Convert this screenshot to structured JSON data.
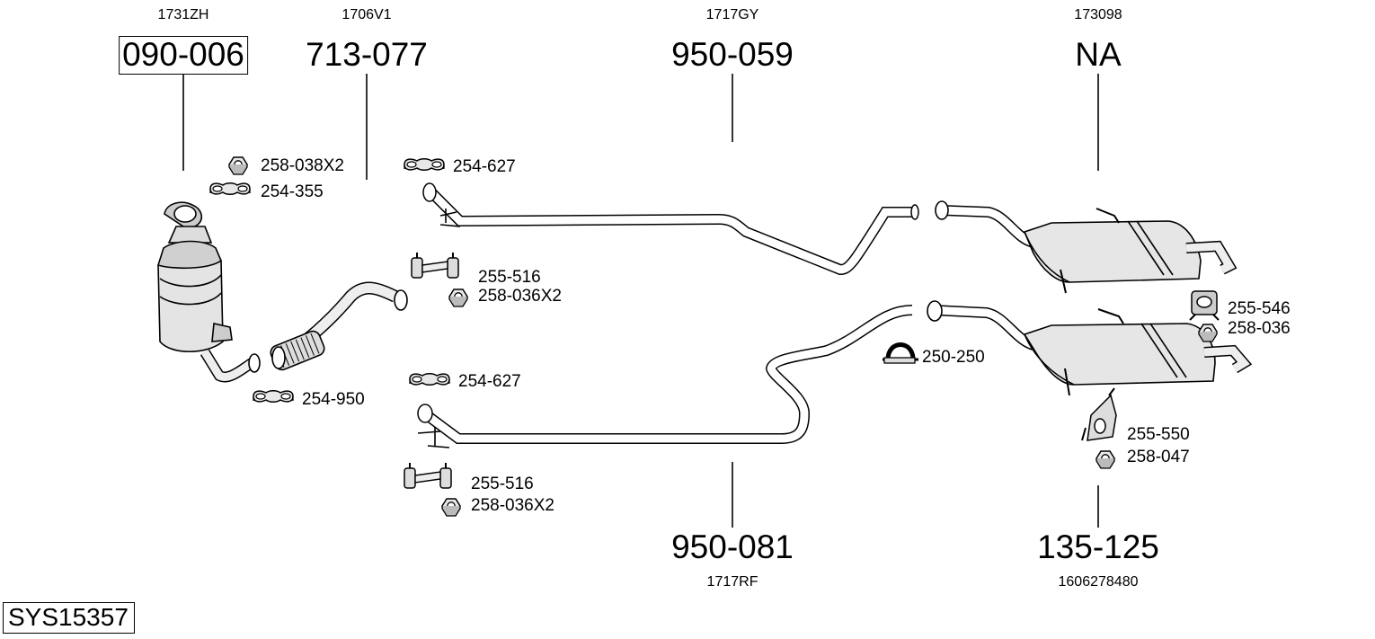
{
  "system_code": "SYS15357",
  "main_parts": [
    {
      "id": "cat",
      "number": "090-006",
      "oem": "1731ZH",
      "highlighted": true
    },
    {
      "id": "flex",
      "number": "713-077",
      "oem": "1706V1",
      "highlighted": false
    },
    {
      "id": "mid-upper",
      "number": "950-059",
      "oem": "1717GY",
      "highlighted": false
    },
    {
      "id": "rear-upper",
      "number": "NA",
      "oem": "173098",
      "highlighted": false
    },
    {
      "id": "mid-lower",
      "number": "950-081",
      "oem": "1717RF",
      "highlighted": false
    },
    {
      "id": "rear-lower",
      "number": "135-125",
      "oem": "1606278480",
      "highlighted": false
    }
  ],
  "accessories": [
    {
      "id": "a1",
      "label": "258-038X2",
      "icon": "nut"
    },
    {
      "id": "a2",
      "label": "254-355",
      "icon": "clamp"
    },
    {
      "id": "a3",
      "label": "254-627",
      "icon": "clamp"
    },
    {
      "id": "a4",
      "label": "255-516",
      "icon": "hanger"
    },
    {
      "id": "a5",
      "label": "258-036X2",
      "icon": "nut"
    },
    {
      "id": "a6",
      "label": "254-950",
      "icon": "clamp"
    },
    {
      "id": "a7",
      "label": "254-627",
      "icon": "clamp"
    },
    {
      "id": "a8",
      "label": "255-516",
      "icon": "hanger"
    },
    {
      "id": "a9",
      "label": "258-036X2",
      "icon": "nut"
    },
    {
      "id": "a10",
      "label": "250-250",
      "icon": "u-clamp"
    },
    {
      "id": "a11",
      "label": "255-546",
      "icon": "rubber-mount"
    },
    {
      "id": "a12",
      "label": "258-036",
      "icon": "nut"
    },
    {
      "id": "a13",
      "label": "255-550",
      "icon": "bracket"
    },
    {
      "id": "a14",
      "label": "258-047",
      "icon": "nut"
    }
  ]
}
